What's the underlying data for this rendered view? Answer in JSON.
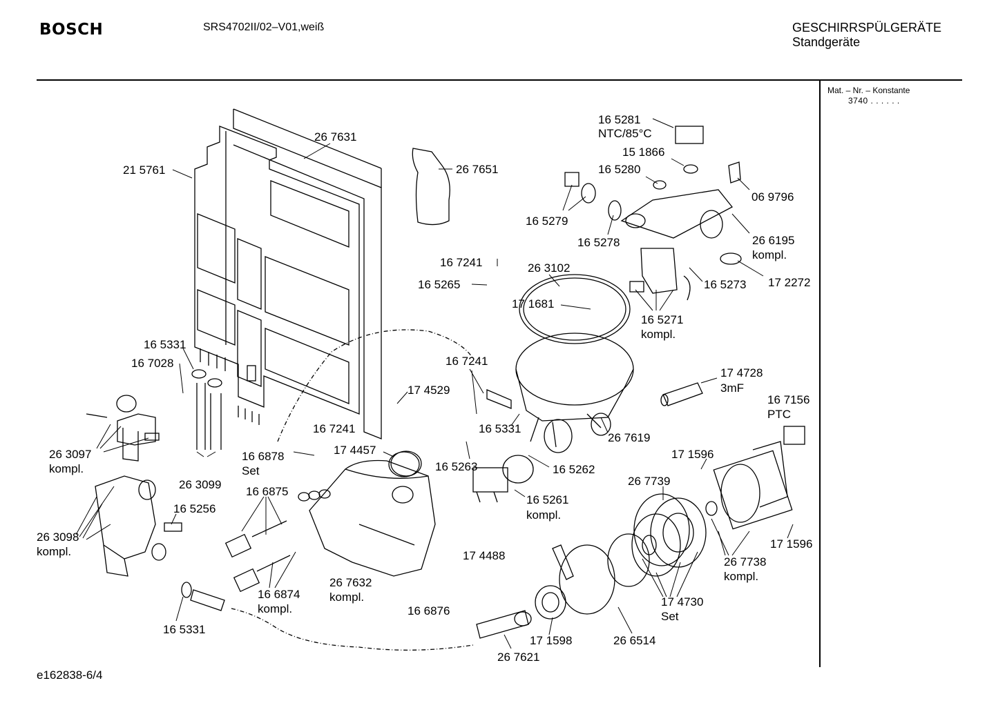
{
  "header": {
    "brand": "BOSCH",
    "model": "SRS4702II/02–V01,weiß",
    "category_line1": "GESCHIRRSPÜLGERÄTE",
    "category_line2": "Standgeräte"
  },
  "side_panel": {
    "mat_label": "Mat. – Nr. – Konstante",
    "mat_value": "3740 . . . . . ."
  },
  "footer": {
    "code": "e162838-6/4"
  },
  "parts": [
    {
      "id": "p01",
      "text": "26 7631"
    },
    {
      "id": "p02",
      "text": "21 5761"
    },
    {
      "id": "p03",
      "text": "26 7651"
    },
    {
      "id": "p04",
      "text": "16 5281"
    },
    {
      "id": "p05",
      "text": "NTC/85°C"
    },
    {
      "id": "p06",
      "text": "15 1866"
    },
    {
      "id": "p07",
      "text": "16 5280"
    },
    {
      "id": "p08",
      "text": "06 9796"
    },
    {
      "id": "p09",
      "text": "16 5279"
    },
    {
      "id": "p10",
      "text": "16 5278"
    },
    {
      "id": "p11",
      "text": "26 6195"
    },
    {
      "id": "p12",
      "text": "kompl."
    },
    {
      "id": "p13",
      "text": "17 2272"
    },
    {
      "id": "p14",
      "text": "16 7241"
    },
    {
      "id": "p15",
      "text": "26 3102"
    },
    {
      "id": "p16",
      "text": "16 5265"
    },
    {
      "id": "p17",
      "text": "16 5273"
    },
    {
      "id": "p18",
      "text": "17 1681"
    },
    {
      "id": "p19",
      "text": "16 5271"
    },
    {
      "id": "p20",
      "text": "kompl."
    },
    {
      "id": "p21",
      "text": "16 5331"
    },
    {
      "id": "p22",
      "text": "16 7028"
    },
    {
      "id": "p23",
      "text": "16 7241"
    },
    {
      "id": "p24",
      "text": "17 4728"
    },
    {
      "id": "p25",
      "text": "3mF"
    },
    {
      "id": "p26",
      "text": "17 4529"
    },
    {
      "id": "p27",
      "text": "16 7156"
    },
    {
      "id": "p28",
      "text": "PTC"
    },
    {
      "id": "p29",
      "text": "16 7241"
    },
    {
      "id": "p30",
      "text": "16 5331"
    },
    {
      "id": "p31",
      "text": "26 7619"
    },
    {
      "id": "p32",
      "text": "26 3097"
    },
    {
      "id": "p33",
      "text": "kompl."
    },
    {
      "id": "p34",
      "text": "16 6878"
    },
    {
      "id": "p35",
      "text": "Set"
    },
    {
      "id": "p36",
      "text": "17 4457"
    },
    {
      "id": "p37",
      "text": "17 1596"
    },
    {
      "id": "p38",
      "text": "16 5263"
    },
    {
      "id": "p39",
      "text": "16 5262"
    },
    {
      "id": "p40",
      "text": "26 3099"
    },
    {
      "id": "p41",
      "text": "26 7739"
    },
    {
      "id": "p42",
      "text": "16 6875"
    },
    {
      "id": "p43",
      "text": "16 5261"
    },
    {
      "id": "p44",
      "text": "kompl."
    },
    {
      "id": "p45",
      "text": "16 5256"
    },
    {
      "id": "p46",
      "text": "26 3098"
    },
    {
      "id": "p47",
      "text": "kompl."
    },
    {
      "id": "p48",
      "text": "17 4488"
    },
    {
      "id": "p49",
      "text": "17 1596"
    },
    {
      "id": "p50",
      "text": "26 7738"
    },
    {
      "id": "p51",
      "text": "kompl."
    },
    {
      "id": "p52",
      "text": "26 7632"
    },
    {
      "id": "p53",
      "text": "kompl."
    },
    {
      "id": "p54",
      "text": "16 6874"
    },
    {
      "id": "p55",
      "text": "kompl."
    },
    {
      "id": "p56",
      "text": "17 4730"
    },
    {
      "id": "p57",
      "text": "Set"
    },
    {
      "id": "p58",
      "text": "16 6876"
    },
    {
      "id": "p59",
      "text": "16 5331"
    },
    {
      "id": "p60",
      "text": "17 1598"
    },
    {
      "id": "p61",
      "text": "26 6514"
    },
    {
      "id": "p62",
      "text": "26 7621"
    }
  ]
}
